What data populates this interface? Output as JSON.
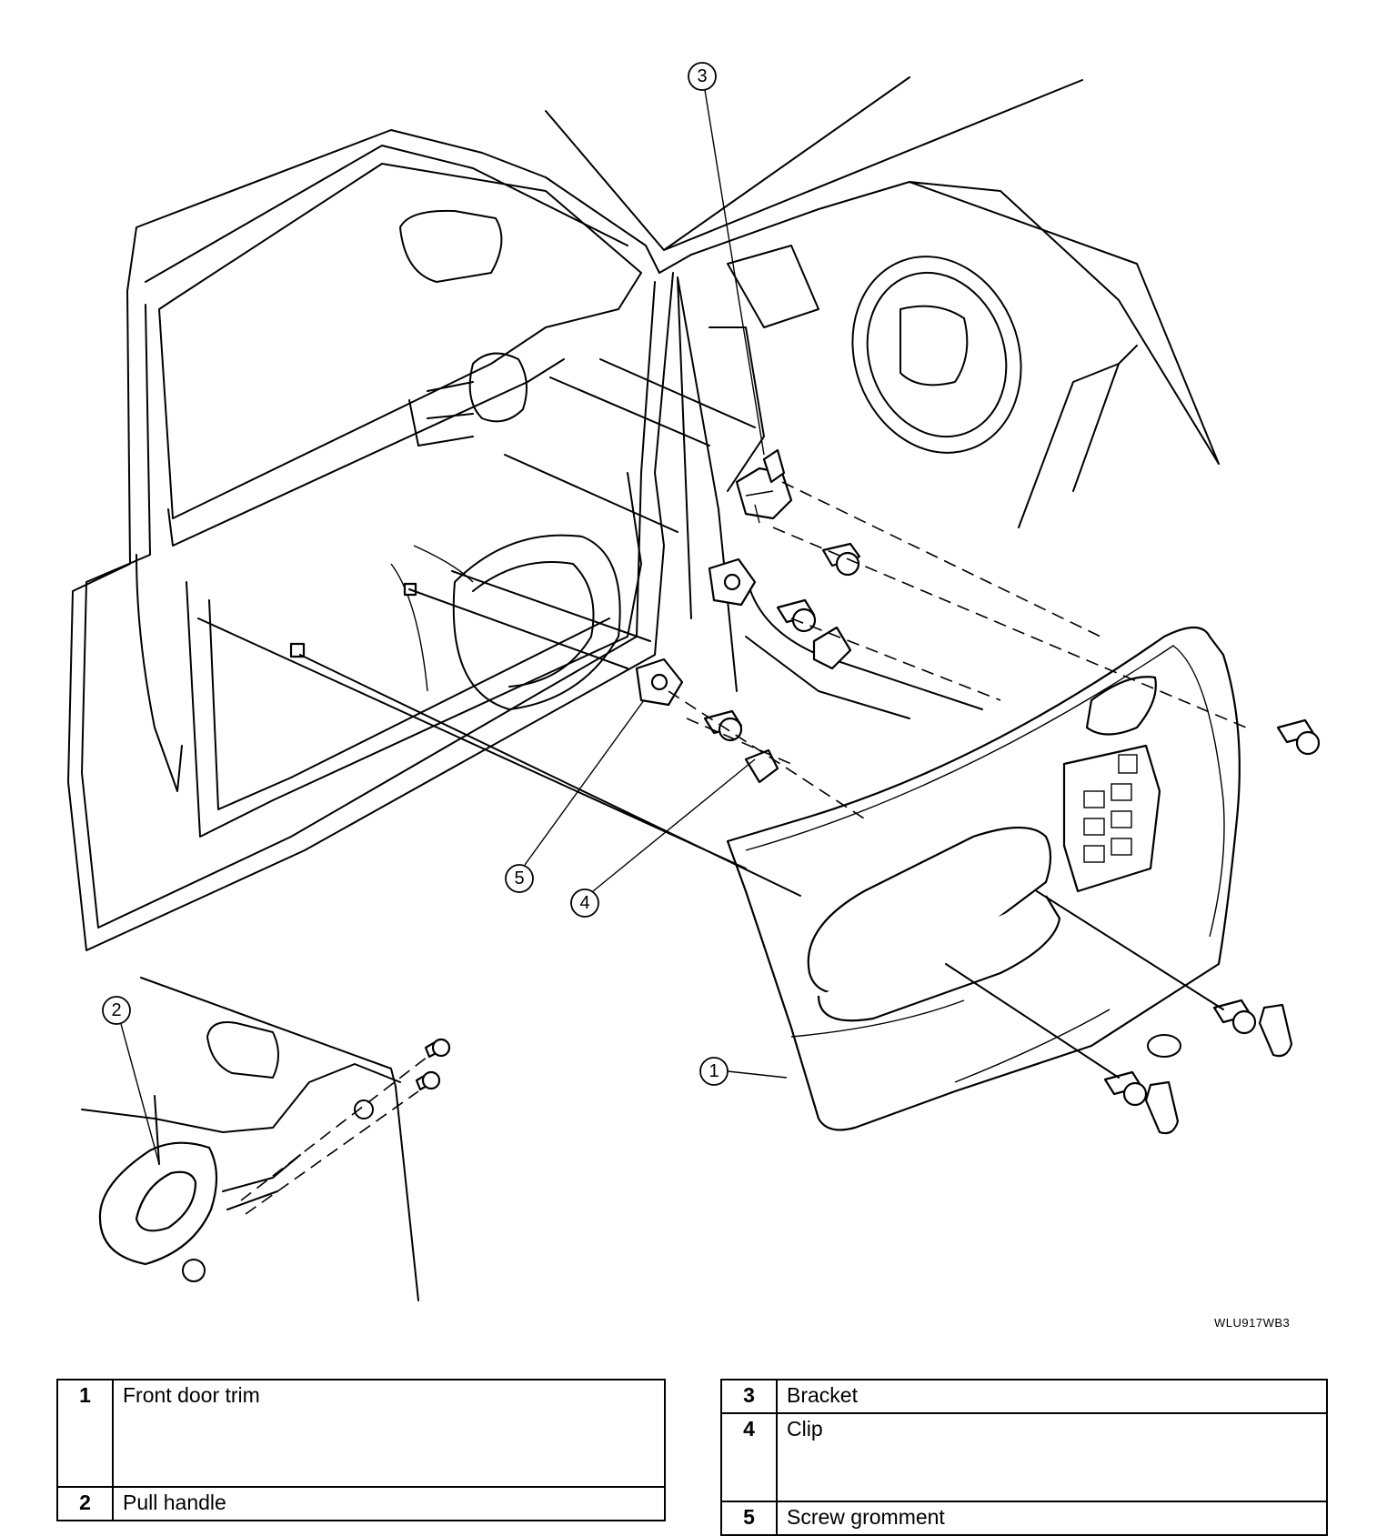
{
  "diagram": {
    "callouts": [
      "1",
      "2",
      "3",
      "4",
      "5"
    ],
    "figure_code": "WLU917WB3"
  },
  "legend_left": [
    {
      "num": "1",
      "label": "Front door trim"
    },
    {
      "num": "2",
      "label": "Pull handle"
    }
  ],
  "legend_right": [
    {
      "num": "3",
      "label": "Bracket"
    },
    {
      "num": "4",
      "label": "Clip"
    },
    {
      "num": "5",
      "label": "Screw gromment"
    }
  ]
}
